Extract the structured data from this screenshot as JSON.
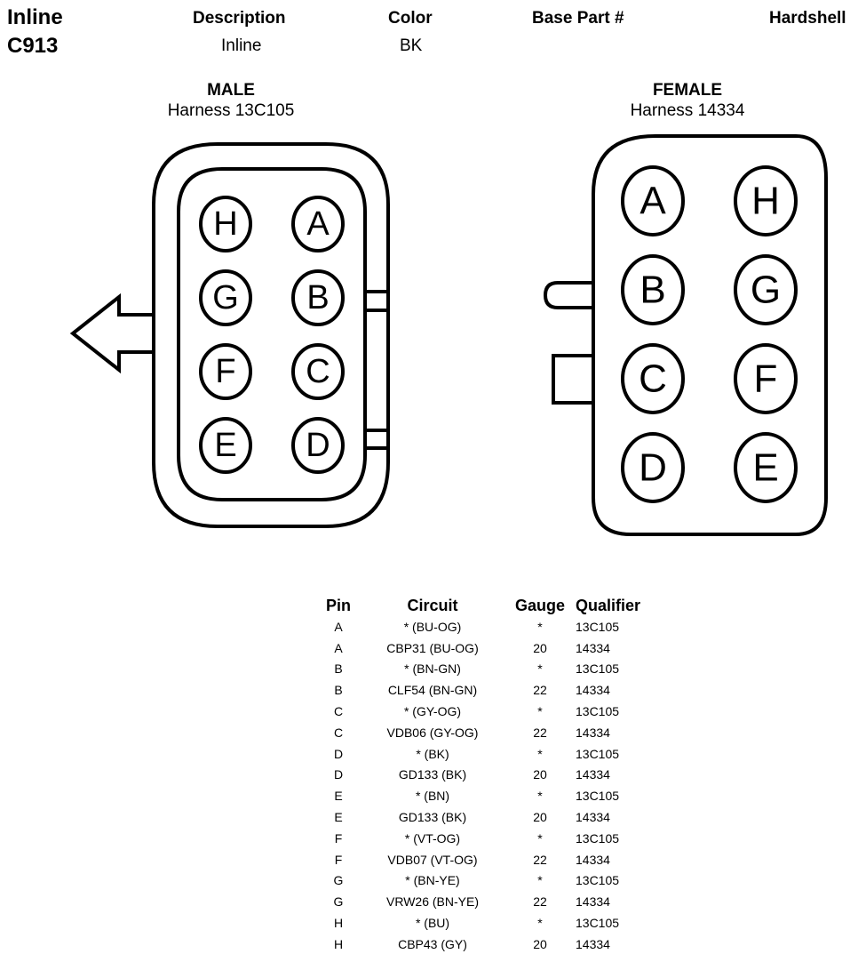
{
  "header": {
    "connector_type": "Inline",
    "connector_id": "C913",
    "description_label": "Description",
    "description_value": "Inline",
    "color_label": "Color",
    "color_value": "BK",
    "base_part_label": "Base Part #",
    "hardshell_label": "Hardshell"
  },
  "male": {
    "title": "MALE",
    "harness": "Harness 13C105",
    "pins_left": [
      "H",
      "G",
      "F",
      "E"
    ],
    "pins_right": [
      "A",
      "B",
      "C",
      "D"
    ]
  },
  "female": {
    "title": "FEMALE",
    "harness": "Harness 14334",
    "pins_left": [
      "A",
      "B",
      "C",
      "D"
    ],
    "pins_right": [
      "H",
      "G",
      "F",
      "E"
    ]
  },
  "pin_table": {
    "headers": [
      "Pin",
      "Circuit",
      "Gauge",
      "Qualifier"
    ],
    "rows": [
      [
        "A",
        "* (BU-OG)",
        "*",
        "13C105"
      ],
      [
        "A",
        "CBP31 (BU-OG)",
        "20",
        "14334"
      ],
      [
        "B",
        "* (BN-GN)",
        "*",
        "13C105"
      ],
      [
        "B",
        "CLF54 (BN-GN)",
        "22",
        "14334"
      ],
      [
        "C",
        "* (GY-OG)",
        "*",
        "13C105"
      ],
      [
        "C",
        "VDB06 (GY-OG)",
        "22",
        "14334"
      ],
      [
        "D",
        "* (BK)",
        "*",
        "13C105"
      ],
      [
        "D",
        "GD133 (BK)",
        "20",
        "14334"
      ],
      [
        "E",
        "* (BN)",
        "*",
        "13C105"
      ],
      [
        "E",
        "GD133 (BK)",
        "20",
        "14334"
      ],
      [
        "F",
        "* (VT-OG)",
        "*",
        "13C105"
      ],
      [
        "F",
        "VDB07 (VT-OG)",
        "22",
        "14334"
      ],
      [
        "G",
        "* (BN-YE)",
        "*",
        "13C105"
      ],
      [
        "G",
        "VRW26 (BN-YE)",
        "22",
        "14334"
      ],
      [
        "H",
        "* (BU)",
        "*",
        "13C105"
      ],
      [
        "H",
        "CBP43 (GY)",
        "20",
        "14334"
      ]
    ]
  }
}
